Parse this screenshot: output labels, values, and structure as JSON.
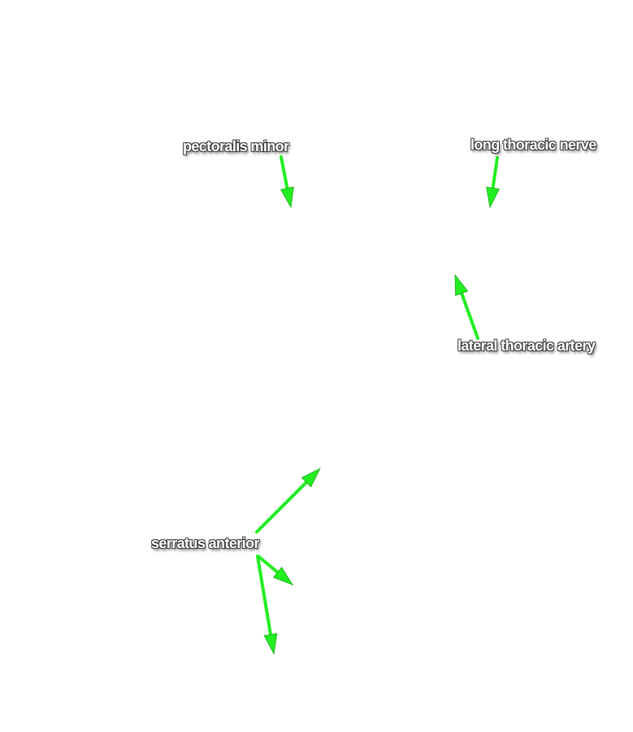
{
  "colors": {
    "background": "#ffffff",
    "arrow": "#22ee22",
    "label_text": "#ffffff",
    "label_outline": "#3c3c3c"
  },
  "labels": {
    "pectoralis_minor": "pectoralis minor",
    "long_thoracic_nerve": "long thoracic nerve",
    "lateral_thoracic_artery": "lateral thoracic artery",
    "serratus_anterior": "serratus anterior"
  }
}
